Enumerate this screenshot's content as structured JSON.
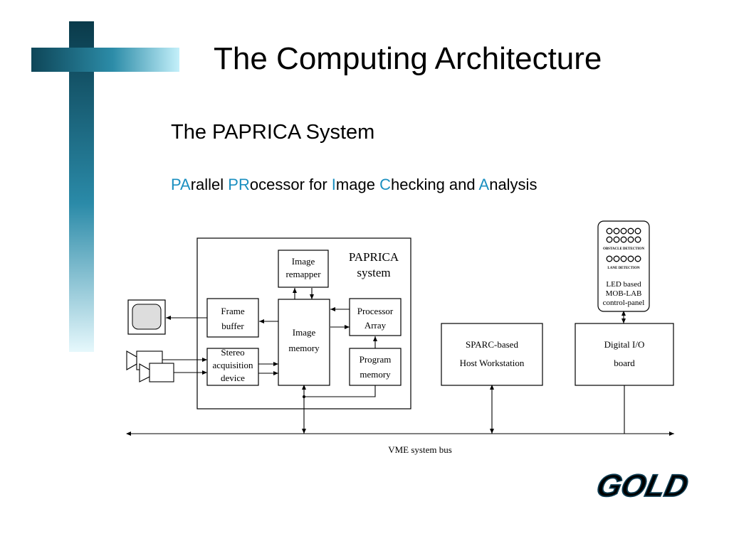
{
  "slide": {
    "title": "The Computing Architecture",
    "subtitle": "The PAPRICA System",
    "acronym_parts": [
      {
        "text": "PA",
        "highlight": true
      },
      {
        "text": "rallel ",
        "highlight": false
      },
      {
        "text": "PR",
        "highlight": true
      },
      {
        "text": "ocessor for ",
        "highlight": false
      },
      {
        "text": "I",
        "highlight": true
      },
      {
        "text": "mage ",
        "highlight": false
      },
      {
        "text": "C",
        "highlight": true
      },
      {
        "text": "hecking and ",
        "highlight": false
      },
      {
        "text": "A",
        "highlight": true
      },
      {
        "text": "nalysis",
        "highlight": false
      }
    ]
  },
  "colors": {
    "highlight": "#1a8fc0",
    "cross_dark": "#0a3a4a",
    "cross_light": "#a8e4f4"
  },
  "diagram": {
    "paprica_label": [
      "PAPRICA",
      "system"
    ],
    "image_remapper": [
      "Image",
      "remapper"
    ],
    "frame_buffer": [
      "Frame",
      "buffer"
    ],
    "image_memory": [
      "Image",
      "memory"
    ],
    "processor_array": [
      "Processor",
      "Array"
    ],
    "stereo_device": [
      "Stereo",
      "acquisition",
      "device"
    ],
    "program_memory": [
      "Program",
      "memory"
    ],
    "sparc_host": [
      "SPARC-based",
      "Host Workstation"
    ],
    "digital_io": [
      "Digital I/O",
      "board"
    ],
    "led_panel": [
      "LED based",
      "MOB-LAB",
      "control-panel"
    ],
    "led_caption_top": "OBSTACLE DETECTION",
    "led_caption_bottom": "LANE DETECTION",
    "bus_label": "VME system bus"
  },
  "logo": {
    "text": "GOLD"
  }
}
